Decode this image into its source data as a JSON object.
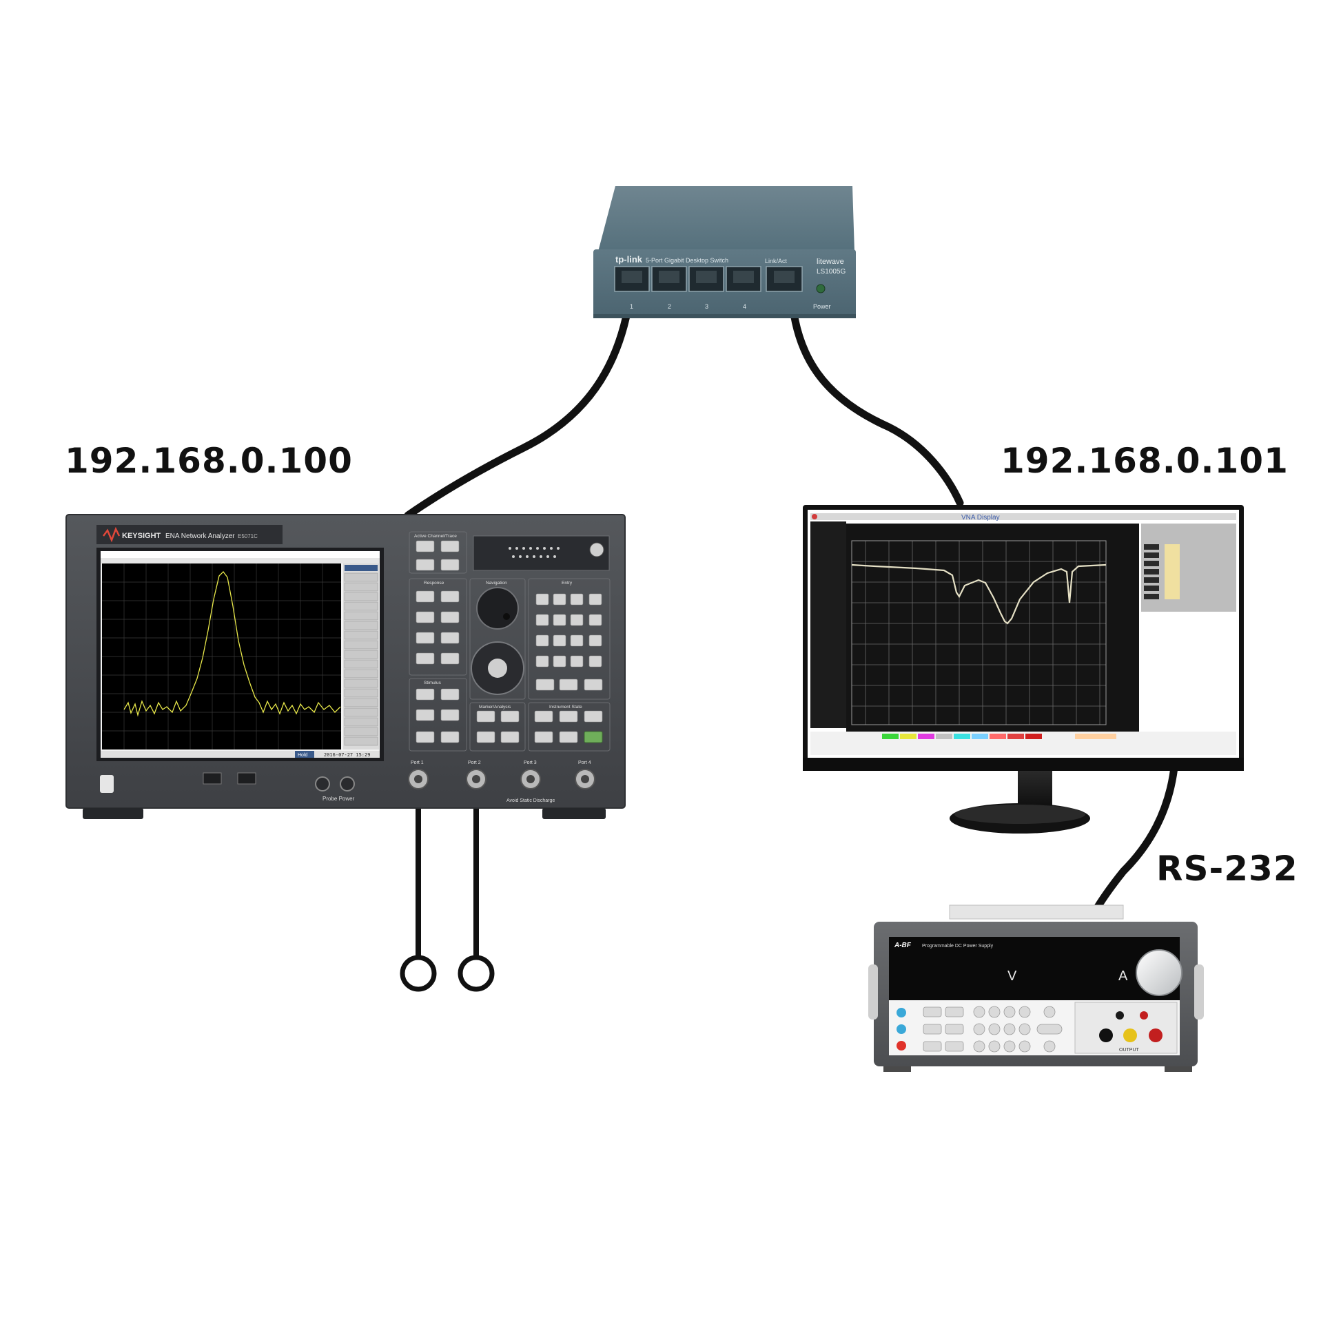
{
  "labels": {
    "analyzer_ip": "192.168.0.100",
    "pc_ip": "192.168.0.101",
    "serial_link": "RS-232"
  },
  "switch": {
    "brand": "tp-link",
    "model_desc": "5-Port Gigabit Desktop Switch",
    "badge": "litewave",
    "model": "LS1005G",
    "link_label": "Link/Act",
    "power_label": "Power",
    "ports": [
      "1",
      "2",
      "3",
      "4"
    ]
  },
  "analyzer": {
    "brand": "KEYSIGHT",
    "product": "ENA Network Analyzer",
    "model": "E5071C",
    "group_labels": [
      "Active Channel/Trace",
      "Response",
      "Navigation",
      "Entry",
      "Stimulus",
      "Marker/Analysis",
      "Instrument State"
    ],
    "port_labels": [
      "Port 1",
      "Port 2",
      "Port 3",
      "Port 4"
    ],
    "probe_power": "Probe Power",
    "warning": "Avoid Static Discharge",
    "screen_status": "Hold",
    "screen_date": "2016-07-27 15:29"
  },
  "monitor": {
    "window_title": "VNA Display"
  },
  "power_supply": {
    "brand": "A-BF",
    "product": "Programmable DC Power Supply",
    "volt_unit": "V",
    "amp_unit": "A",
    "output_label": "OUTPUT"
  },
  "colors": {
    "cable": "#111111",
    "analyzer_body": "#4a4c50",
    "switch_body": "#5d7480",
    "trace_yellow": "#e8e84a"
  }
}
